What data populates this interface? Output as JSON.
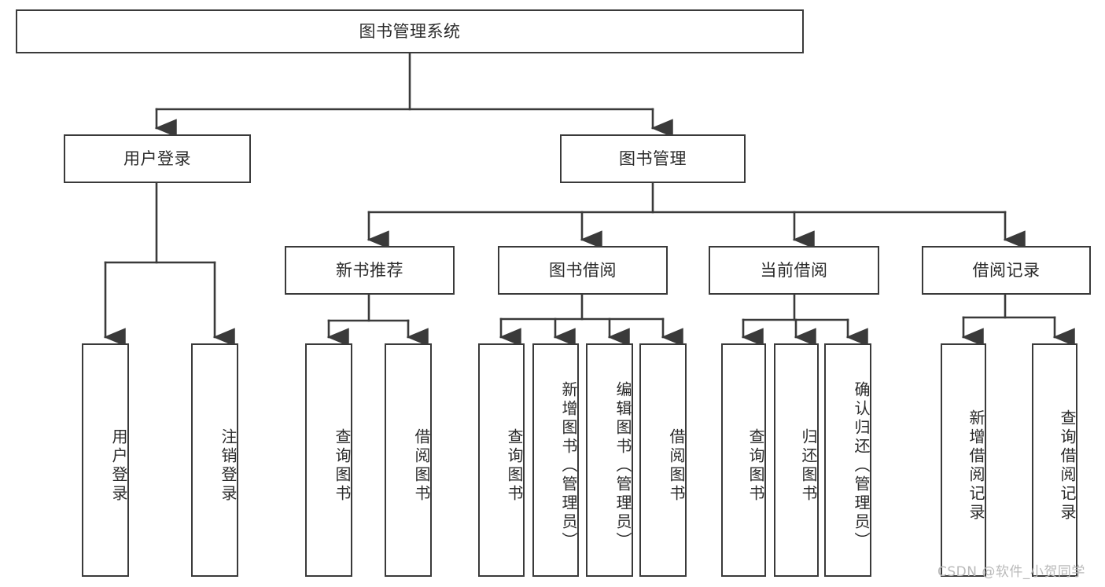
{
  "diagram": {
    "type": "tree-hierarchy",
    "title": "图书管理系统",
    "orientation": "top-down",
    "background_color": "#ffffff",
    "line_color": "#3a3a3a",
    "text_color": "#2b2b2b"
  },
  "nodes": {
    "root": {
      "label": "图书管理系统"
    },
    "level2": [
      {
        "label": "用户登录"
      },
      {
        "label": "图书管理"
      }
    ],
    "level3": [
      {
        "label": "新书推荐"
      },
      {
        "label": "图书借阅"
      },
      {
        "label": "当前借阅"
      },
      {
        "label": "借阅记录"
      }
    ],
    "leaves_user_login": [
      {
        "label": "用户登录"
      },
      {
        "label": "注销登录"
      }
    ],
    "leaves_new_book": [
      {
        "label": "查询图书"
      },
      {
        "label": "借阅图书"
      }
    ],
    "leaves_borrow": [
      {
        "label": "查询图书"
      },
      {
        "label": "新增图书（管理员）"
      },
      {
        "label": "编辑图书（管理员）"
      },
      {
        "label": "借阅图书"
      }
    ],
    "leaves_current": [
      {
        "label": "查询图书"
      },
      {
        "label": "归还图书"
      },
      {
        "label": "确认归还（管理员）"
      }
    ],
    "leaves_records": [
      {
        "label": "新增借阅记录"
      },
      {
        "label": "查询借阅记录"
      }
    ]
  },
  "watermark": {
    "text": "CSDN @软件_小贺同学"
  }
}
